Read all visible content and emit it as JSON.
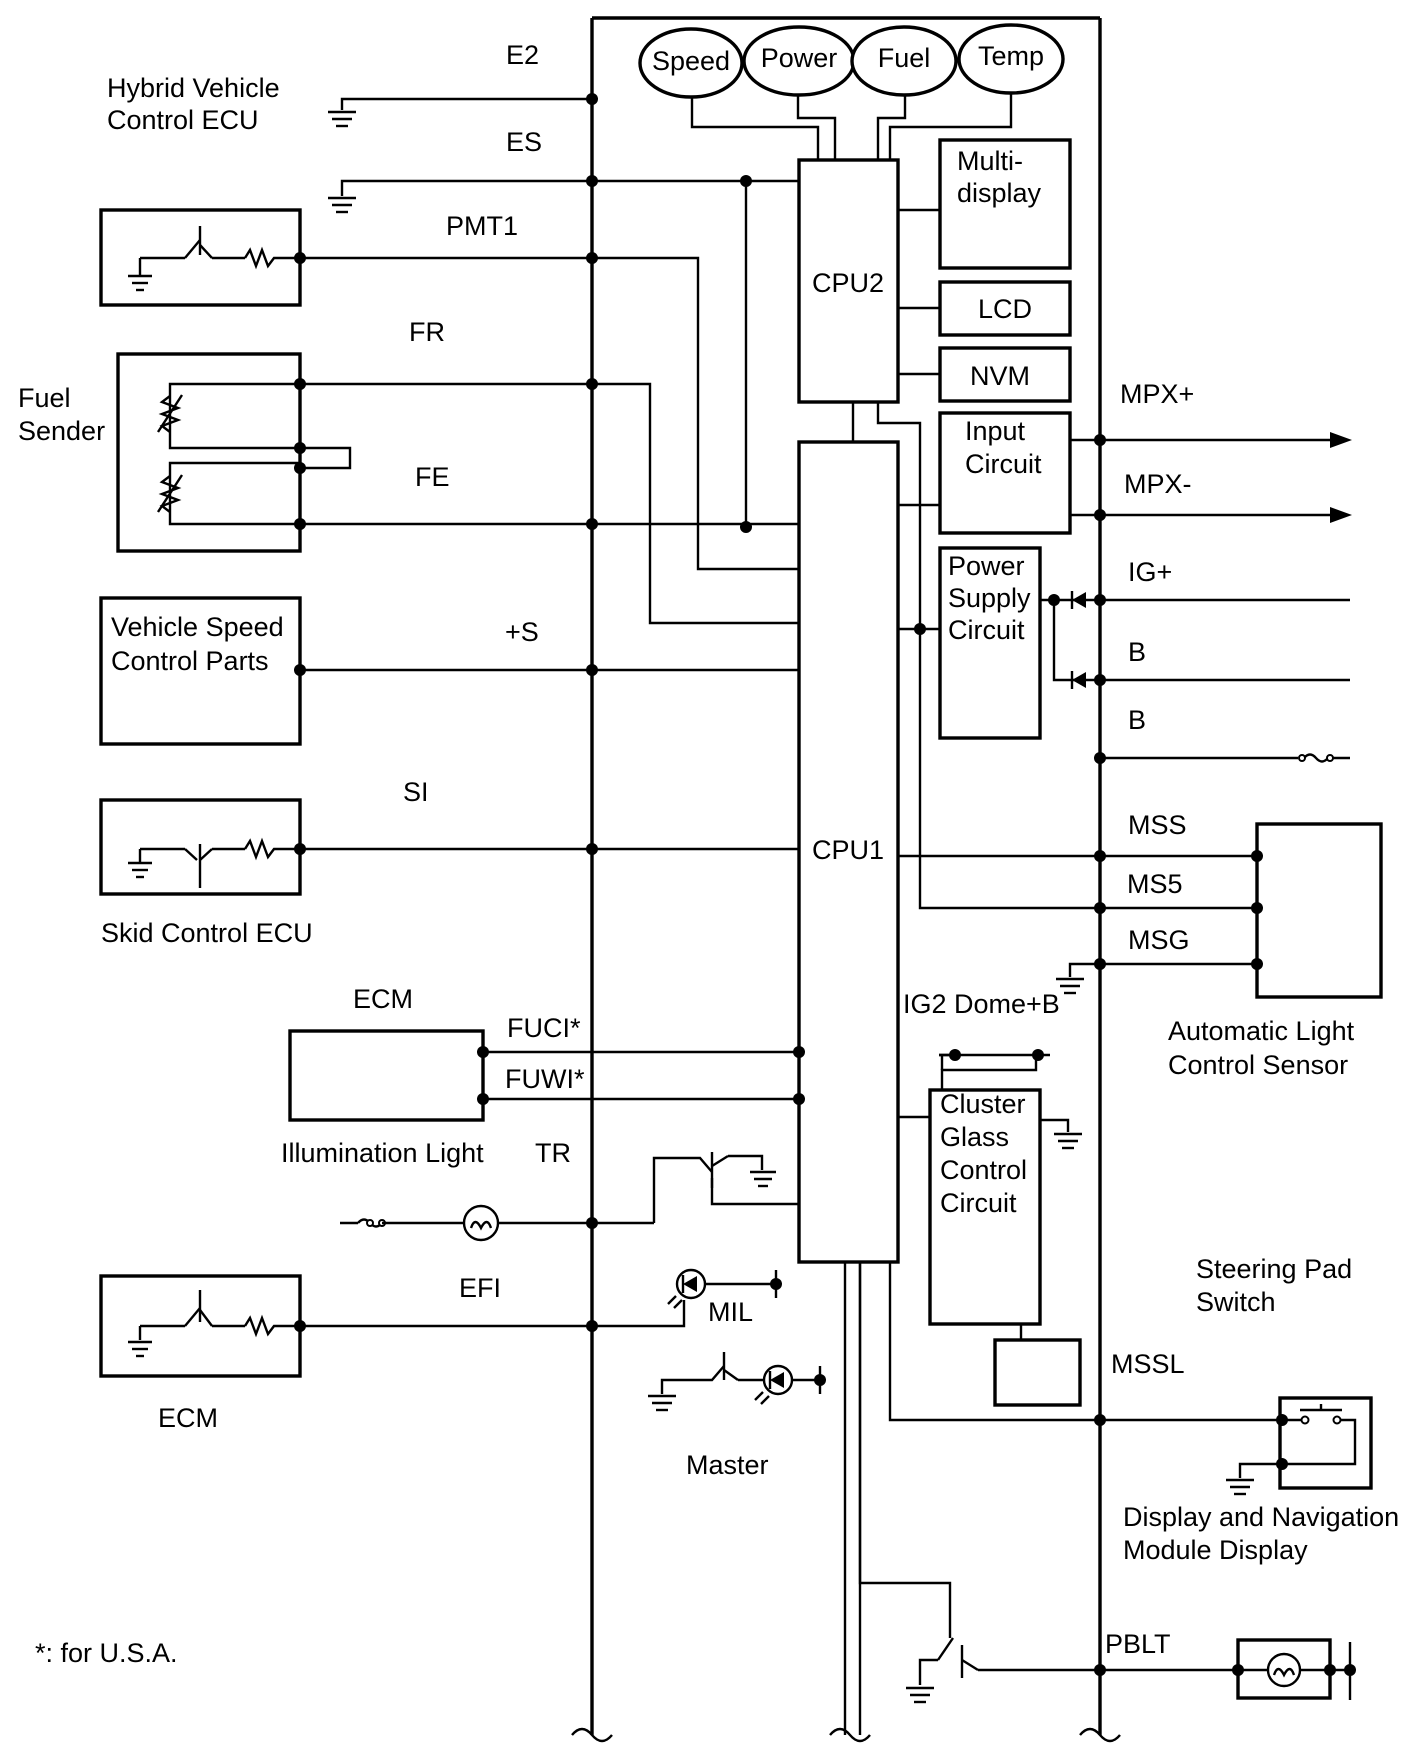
{
  "diagram": {
    "gauges": {
      "speed": "Speed",
      "power": "Power",
      "fuel": "Fuel",
      "temp": "Temp"
    },
    "blocks": {
      "cpu1": "CPU1",
      "cpu2": "CPU2",
      "multi_display": [
        "Multi-",
        "display"
      ],
      "lcd": "LCD",
      "nvm": "NVM",
      "input_circuit": [
        "Input",
        "Circuit"
      ],
      "power_supply_circuit": [
        "Power",
        "Supply",
        "Circuit"
      ],
      "cluster_glass_control_circuit": [
        "Cluster",
        "Glass",
        "Control",
        "Circuit"
      ]
    },
    "components": {
      "hybrid_vehicle_control_ecu": [
        "Hybrid Vehicle",
        "Control ECU"
      ],
      "fuel_sender": [
        "Fuel",
        "Sender"
      ],
      "vehicle_speed_control_parts": [
        "Vehicle Speed",
        "Control Parts"
      ],
      "skid_control_ecu": "Skid Control ECU",
      "ecm_top": "ECM",
      "illumination_light": "Illumination Light",
      "ecm_bottom": "ECM",
      "master": "Master",
      "mil": "MIL",
      "ig2_dome_b": "IG2 Dome+B",
      "automatic_light_control_sensor": [
        "Automatic Light",
        "Control Sensor"
      ],
      "steering_pad_switch": [
        "Steering Pad",
        "Switch"
      ],
      "display_navigation_module": [
        "Display and Navigation",
        "Module Display"
      ]
    },
    "terminals": {
      "e2": "E2",
      "es": "ES",
      "pmt1": "PMT1",
      "fr": "FR",
      "fe": "FE",
      "s": "+S",
      "si": "SI",
      "fuci": "FUCI*",
      "fuwi": "FUWI*",
      "tr": "TR",
      "efi": "EFI",
      "mpx_plus": "MPX+",
      "mpx_minus": "MPX-",
      "ig_plus": "IG+",
      "b1": "B",
      "b2": "B",
      "mss": "MSS",
      "ms5": "MS5",
      "msg": "MSG",
      "mssl": "MSSL",
      "pblt": "PBLT"
    },
    "footnote": "*: for U.S.A."
  }
}
